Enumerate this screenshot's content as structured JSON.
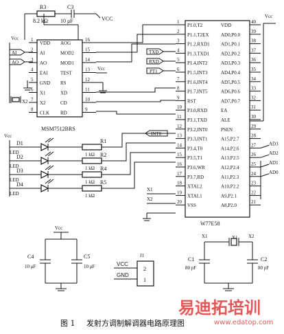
{
  "caption": {
    "fig": "图 1",
    "title": "发射方调制解调器电路原理图"
  },
  "watermark": {
    "brand": "易迪拓培训",
    "url": "www.edatop.com"
  },
  "modem": {
    "name": "MSM7512BRS",
    "left_pins": [
      {
        "n": "1",
        "label": "VDD"
      },
      {
        "n": "2",
        "label": "AI"
      },
      {
        "n": "3",
        "label": "AO"
      },
      {
        "n": "4",
        "label": "EAI"
      },
      {
        "n": "5",
        "label": "GND"
      },
      {
        "n": "6",
        "label": "X1"
      },
      {
        "n": "7",
        "label": "X2"
      },
      {
        "n": "8",
        "label": "CLK"
      }
    ],
    "right_pins": [
      {
        "n": "16",
        "label": "AOG"
      },
      {
        "n": "15",
        "label": "MOD2"
      },
      {
        "n": "14",
        "label": "MOD1"
      },
      {
        "n": "13",
        "label": "TEST"
      },
      {
        "n": "12",
        "label": "RS"
      },
      {
        "n": "11",
        "label": "XD"
      },
      {
        "n": "10",
        "label": "CD"
      },
      {
        "n": "9",
        "label": "RD"
      }
    ]
  },
  "mcu": {
    "name": "W77E58",
    "left_pins": [
      {
        "n": "1",
        "label": "P1.0,T2"
      },
      {
        "n": "2",
        "label": "P1.1,T2EX"
      },
      {
        "n": "3",
        "label": "P1.2,RXD1"
      },
      {
        "n": "4",
        "label": "P1.3,TXD1"
      },
      {
        "n": "5",
        "label": "P1.4,INT2"
      },
      {
        "n": "6",
        "label": "P1.5,INT3"
      },
      {
        "n": "7",
        "label": "P1.6,INT4"
      },
      {
        "n": "8",
        "label": "P1.7,INT5"
      },
      {
        "n": "9",
        "label": "RST"
      },
      {
        "n": "10",
        "label": "P3.0,RXD"
      },
      {
        "n": "11",
        "label": "P3.1,TXD"
      },
      {
        "n": "12",
        "label": "P3.2,INT0"
      },
      {
        "n": "13",
        "label": "P3.3,INT1"
      },
      {
        "n": "14",
        "label": "P3.4,T0"
      },
      {
        "n": "15",
        "label": "P3.5,T1"
      },
      {
        "n": "16",
        "label": "P3.6,WR"
      },
      {
        "n": "17",
        "label": "P3.7,RD"
      },
      {
        "n": "18",
        "label": "XTAL2"
      },
      {
        "n": "19",
        "label": "XTAL1"
      },
      {
        "n": "20",
        "label": "VSS"
      }
    ],
    "right_pins": [
      {
        "n": "40",
        "label": "VDD"
      },
      {
        "n": "39",
        "label": "AD0,P0.0"
      },
      {
        "n": "38",
        "label": "AD1,P0.1"
      },
      {
        "n": "37",
        "label": "AD2,P0.2"
      },
      {
        "n": "36",
        "label": "AD3,P0.3"
      },
      {
        "n": "35",
        "label": "AD4,P0.4"
      },
      {
        "n": "34",
        "label": "AD5,P0.5"
      },
      {
        "n": "33",
        "label": "AD6,P0.6"
      },
      {
        "n": "32",
        "label": "AD7,P0.7"
      },
      {
        "n": "31",
        "label": "EA"
      },
      {
        "n": "30",
        "label": "ALE"
      },
      {
        "n": "29",
        "label": "PSEN"
      },
      {
        "n": "28",
        "label": "A15,P2.7"
      },
      {
        "n": "27",
        "label": "A14,P2.6"
      },
      {
        "n": "26",
        "label": "A13,P2.5"
      },
      {
        "n": "25",
        "label": "A12,P2.4"
      },
      {
        "n": "24",
        "label": "A11,P2.3"
      },
      {
        "n": "23",
        "label": "A10,P2.2"
      },
      {
        "n": "22",
        "label": "A9,P2.1"
      },
      {
        "n": "21",
        "label": "A8,P2.0"
      }
    ],
    "bus_labels": [
      "AD3",
      "AD2",
      "AD1",
      "AD0"
    ]
  },
  "nets": {
    "vcc": "Vcc",
    "vcc_top": "VCC",
    "ai": "AI",
    "ao": "AO",
    "x2": "X2",
    "txd": "TXD",
    "rxd": "RXD",
    "pt1": "PT1",
    "int0": "INT0",
    "x1": "X1",
    "x2b": "X2",
    "xtal_x1": "X1",
    "xtal_x2": "X2",
    "xtal_name": "X1"
  },
  "components": {
    "r3": "R3",
    "r3_val": "8.2 kΩ",
    "c3": "C3",
    "c3_val": "10 μF",
    "leds": [
      {
        "d": "D1",
        "type": "LED",
        "r": "R1",
        "rv": "1 kΩ"
      },
      {
        "d": "D2",
        "type": "LED",
        "r": "R2",
        "rv": "1 kΩ"
      },
      {
        "d": "D3",
        "type": "LED",
        "r": "R4",
        "rv": "1 kΩ"
      },
      {
        "d": "D4",
        "type": "LED",
        "r": "R5",
        "rv": "1 kΩ"
      }
    ],
    "c4": "C4",
    "c4_val": "10 μF",
    "c5": "C5",
    "c5_val": "10 μF",
    "j1": "J1",
    "j1_vcc": "VCC",
    "j1_gnd": "GND",
    "j1_p2": "2",
    "j1_p1": "1",
    "c1": "C1",
    "c1_val": "80 pF",
    "c2": "C2",
    "c2_val": "80 pF"
  }
}
